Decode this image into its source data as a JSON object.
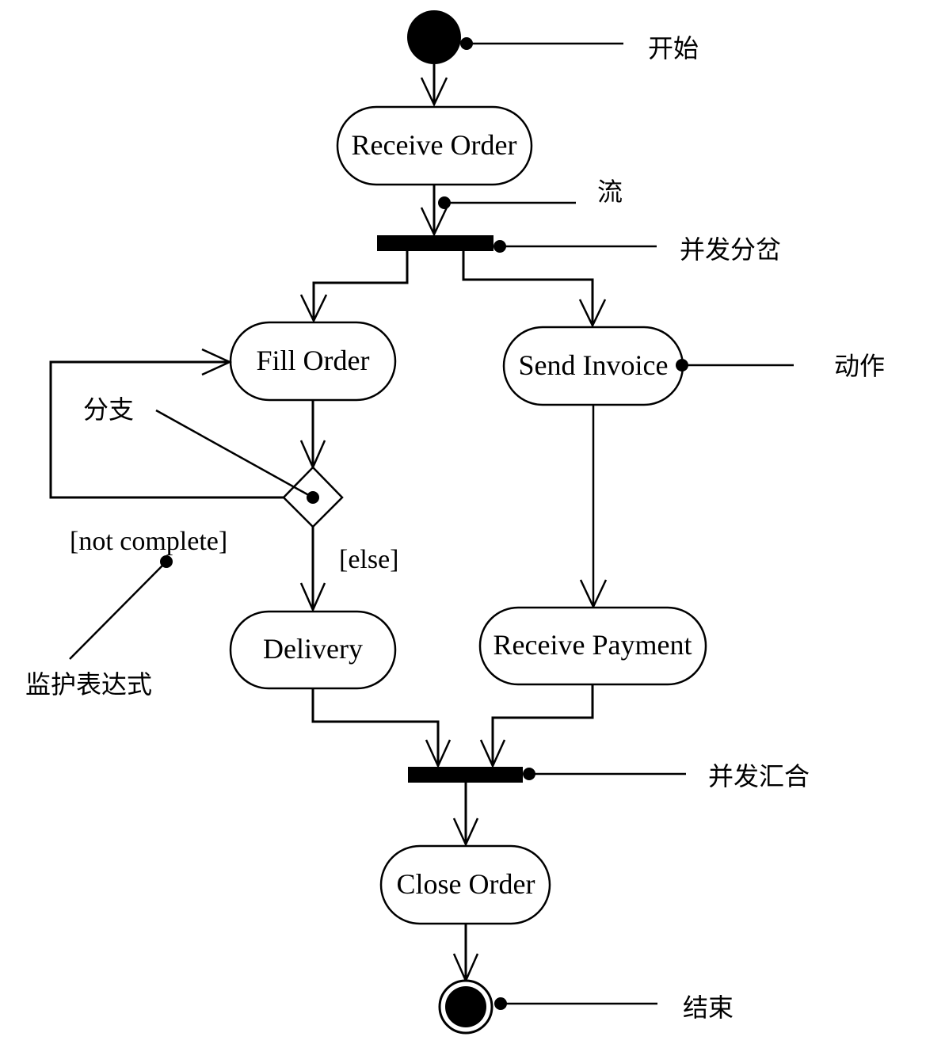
{
  "nodes": {
    "receive_order": "Receive Order",
    "fill_order": "Fill Order",
    "send_invoice": "Send Invoice",
    "delivery": "Delivery",
    "receive_payment": "Receive Payment",
    "close_order": "Close Order"
  },
  "guards": {
    "not_complete": "[not complete]",
    "else": "[else]"
  },
  "annotations": {
    "start": "开始",
    "flow": "流",
    "fork": "并发分岔",
    "action": "动作",
    "branch": "分支",
    "guard_expression": "监护表达式",
    "join": "并发汇合",
    "end": "结束"
  }
}
